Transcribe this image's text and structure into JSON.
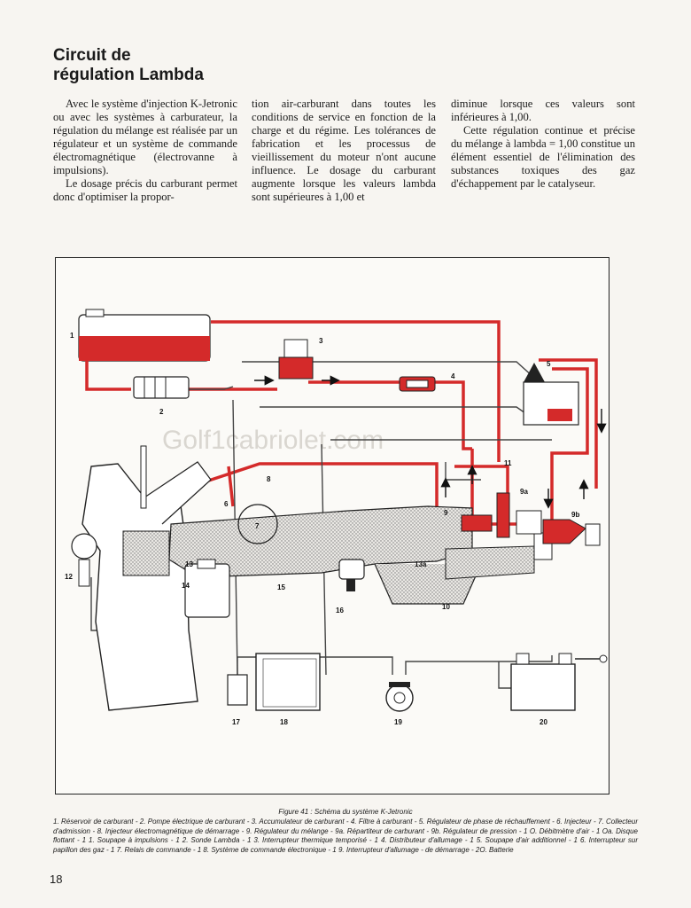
{
  "page": {
    "title_line1": "Circuit de",
    "title_line2": "régulation Lambda",
    "col1": [
      "Avec le système d'injection K-Jetronic ou avec les systèmes à carburateur, la régulation du mélange est réalisée par un régulateur et un système de commande électromagnétique (électrovanne à impulsions).",
      "Le dosage précis du carburant permet donc d'optimiser la propor-"
    ],
    "col2": [
      "tion air-carburant dans toutes les conditions de service en fonction de la charge et du régime. Les tolérances de fabrication et les processus de vieillissement du moteur n'ont aucune influence. Le dosage du carburant augmente lorsque les valeurs lambda sont supérieures à 1,00 et"
    ],
    "col3": [
      "diminue lorsque ces valeurs sont inférieures à 1,00.",
      "Cette régulation continue et précise du mélange à lambda = 1,00 constitue un élément essentiel de l'élimination des substances toxiques des gaz d'échappement par le catalyseur."
    ],
    "figure": {
      "watermark": "Golf1cabriolet.com",
      "labels": [
        "1",
        "2",
        "3",
        "4",
        "5",
        "6",
        "7",
        "8",
        "9",
        "9a",
        "9b",
        "10",
        "11",
        "12",
        "13",
        "13a",
        "14",
        "15",
        "16",
        "17",
        "18",
        "19",
        "20"
      ]
    },
    "caption_title": "Figure 41 : Schéma du système K-Jetronic",
    "caption": "1. Réservoir de carburant - 2. Pompe électrique de carburant - 3. Accumulateur de carburant - 4. Filtre à carburant - 5. Régulateur de phase de réchauffement - 6. Injecteur - 7. Collecteur d'admission - 8. Injecteur électromagnétique de démarrage - 9. Régulateur du mélange - 9a. Répartiteur de carburant - 9b. Régulateur de pression - 1 O. Débitmètre d'air - 1 Oa. Disque flottant - 1 1. Soupape à impulsions - 1 2. Sonde Lambda - 1 3. Interrupteur thermique temporisé - 1 4. Distributeur d'allumage - 1 5. Soupape d'air additionnel - 1 6. Interrupteur sur papillon des gaz - 1 7. Relais de commande - 1 8. Système de commande électronique - 1 9. Interrupteur d'allumage - de démarrage - 2O. Batterie",
    "page_number": "18",
    "colors": {
      "fuel": "#d42a2a",
      "line": "#222222",
      "stipple": "#9a9792"
    }
  }
}
